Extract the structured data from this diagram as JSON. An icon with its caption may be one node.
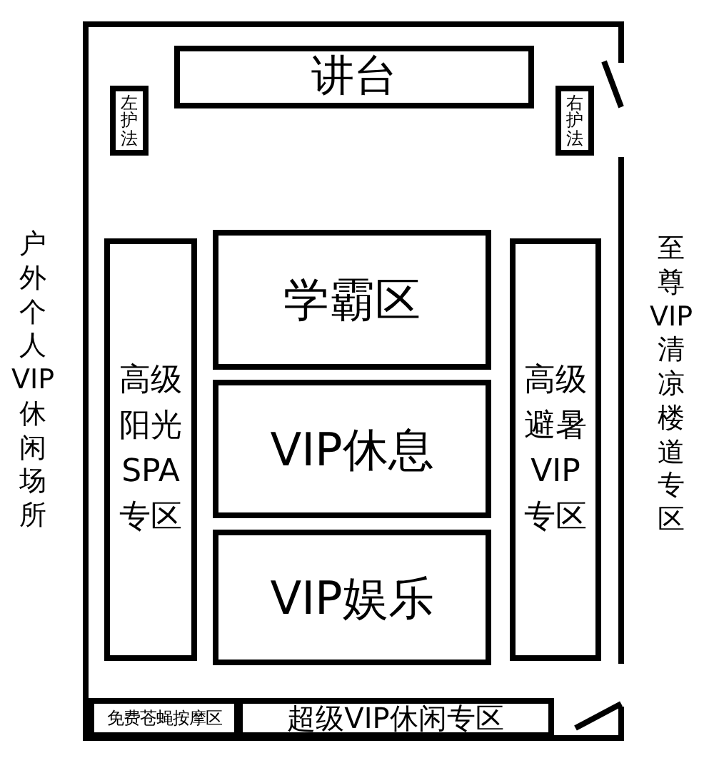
{
  "diagram": {
    "nodes": [
      {
        "text": [
          "讲台"
        ]
      },
      {
        "text": [
          "左护法"
        ]
      },
      {
        "text": [
          "右护法"
        ]
      },
      {
        "text": [
          "高级阳光SPA专区"
        ]
      },
      {
        "text": [
          "学霸区"
        ]
      },
      {
        "text": [
          "VIP休息"
        ]
      },
      {
        "text": [
          "VIP娱乐"
        ]
      },
      {
        "text": [
          "高级避暑VIP专区"
        ]
      },
      {
        "text": [
          "免费苍蝇按摩区"
        ]
      },
      {
        "text": [
          "超级VIP休闲专区"
        ]
      }
    ],
    "labels": [
      "户外个人VIP休闲场所",
      "至尊VIP清凉楼道专区"
    ]
  }
}
